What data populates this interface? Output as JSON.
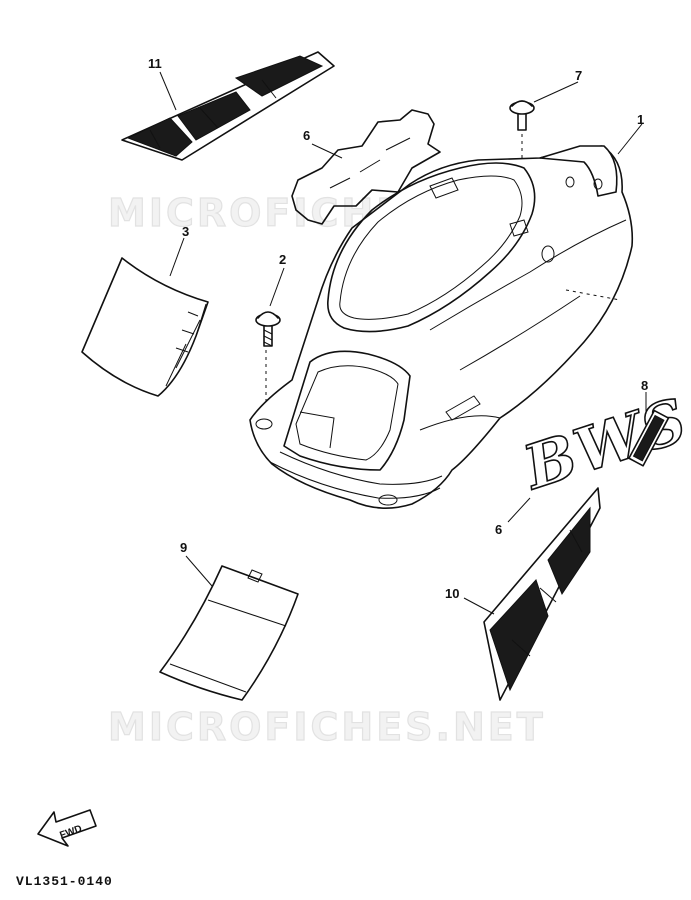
{
  "watermark": "MICROFICHES.NET",
  "fwd_label": "FWD",
  "logo_text": "BWS",
  "reference_code": "VL1351-0140",
  "callouts": [
    {
      "id": "c1",
      "label": "1"
    },
    {
      "id": "c2",
      "label": "2"
    },
    {
      "id": "c3",
      "label": "3"
    },
    {
      "id": "c6a",
      "label": "6"
    },
    {
      "id": "c6b",
      "label": "6"
    },
    {
      "id": "c7",
      "label": "7"
    },
    {
      "id": "c8",
      "label": "8"
    },
    {
      "id": "c9",
      "label": "9"
    },
    {
      "id": "c10",
      "label": "10"
    },
    {
      "id": "c11",
      "label": "11"
    }
  ],
  "parts": [
    "side-cover-1",
    "screw-2",
    "panel-3",
    "emblem-6-upper",
    "emblem-6-bws",
    "screw-7",
    "caution-label-8",
    "panel-9",
    "stripe-10",
    "stripe-11"
  ]
}
